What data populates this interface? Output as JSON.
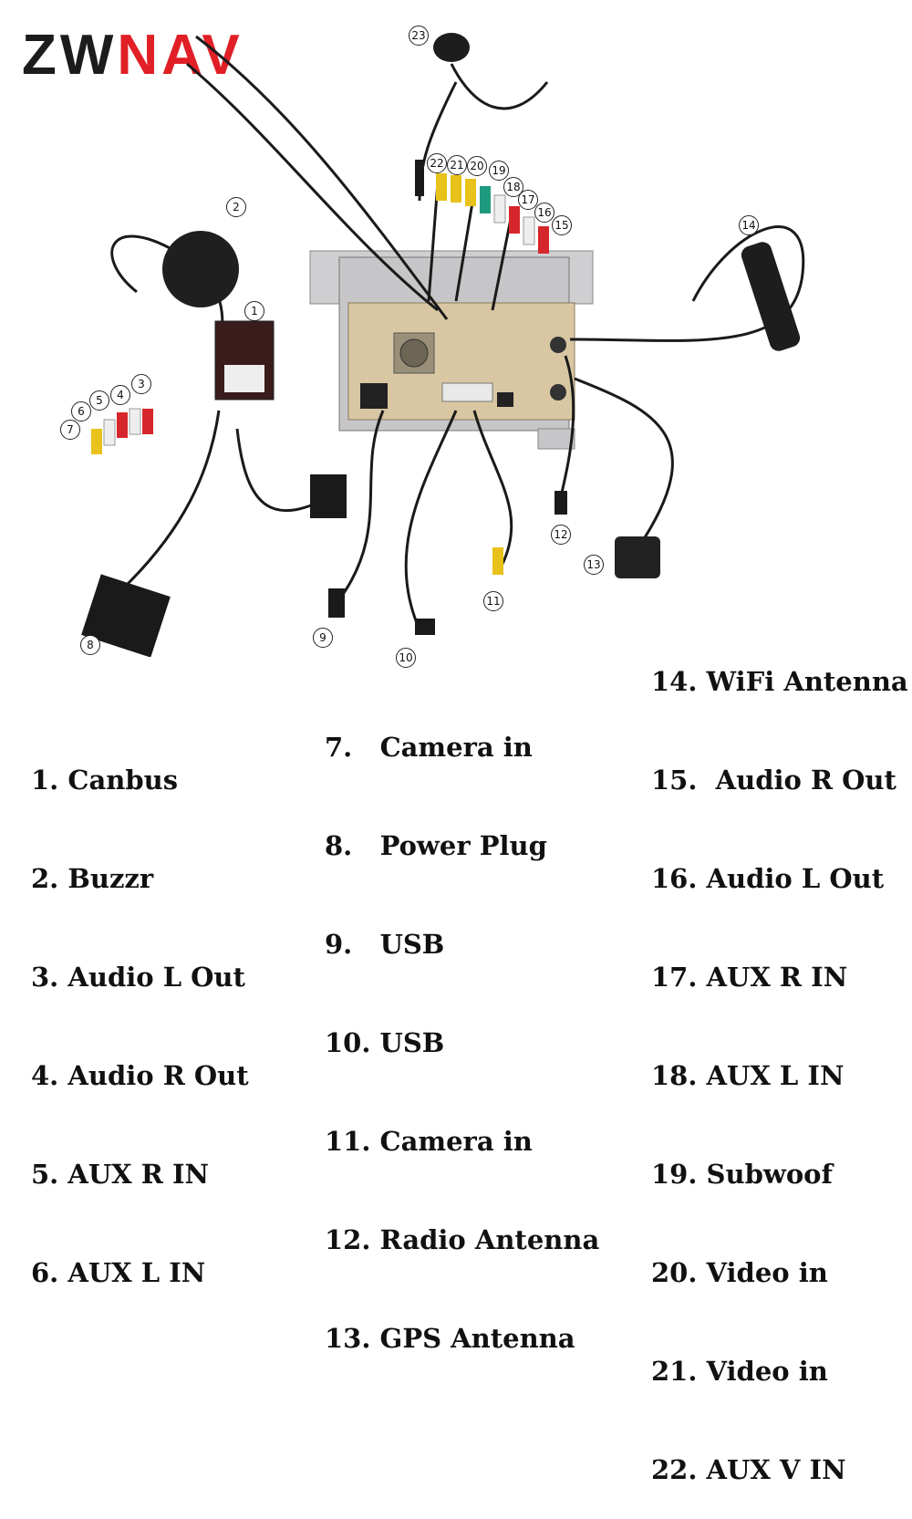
{
  "logo": {
    "part1": "ZW",
    "part2": "NAV"
  },
  "callouts": [
    "1",
    "2",
    "3",
    "4",
    "5",
    "6",
    "7",
    "8",
    "9",
    "10",
    "11",
    "12",
    "13",
    "14",
    "15",
    "16",
    "17",
    "18",
    "19",
    "20",
    "21",
    "22",
    "23"
  ],
  "legend": {
    "col1": [
      "1. Canbus",
      "2. Buzzr",
      "3. Audio L Out",
      "4. Audio R Out",
      "5. AUX R IN",
      "6. AUX L IN"
    ],
    "col2": [
      "7.   Camera in",
      "8.   Power Plug",
      "9.   USB",
      "10. USB",
      "11. Camera in",
      "12. Radio Antenna",
      "13. GPS Antenna"
    ],
    "col3": [
      "14. WiFi Antenna",
      "15.  Audio R Out",
      "16. Audio L Out",
      "17. AUX R IN",
      "18. AUX L IN",
      "19. Subwoof",
      "20. Video in",
      "21. Video in",
      "22. AUX V IN"
    ]
  },
  "colors": {
    "brand_dark": "#1c1c1c",
    "brand_red": "#e01f26",
    "cable": "#1a1a1a",
    "rca_red": "#d6262b",
    "rca_white": "#eeeeee",
    "rca_yellow": "#e8c21a",
    "rca_green": "#1f9a7e",
    "chassis": "#c9c9cc",
    "board": "#d9c7a3"
  }
}
